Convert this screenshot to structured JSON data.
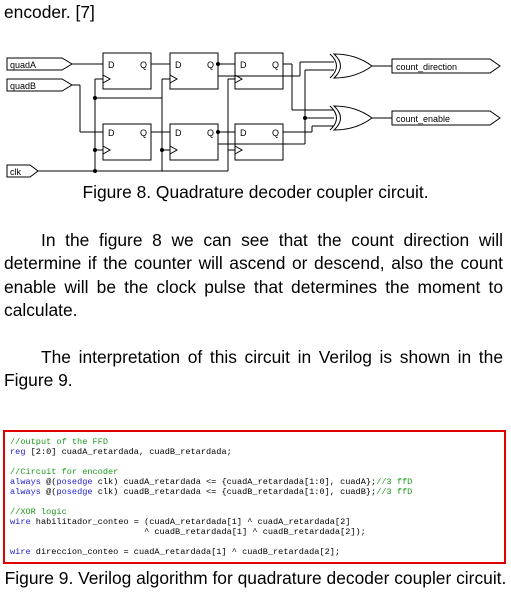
{
  "intro_tail": "encoder. [7]",
  "figure8": {
    "inputs": {
      "a": "quadA",
      "b": "quadB",
      "clk": "clk"
    },
    "ff_pins": {
      "d": "D",
      "q": "Q"
    },
    "outputs": {
      "direction": "count_direction",
      "enable": "count_enable"
    },
    "caption": "Figure 8. Quadrature decoder coupler circuit."
  },
  "paragraph1": "In the figure 8 we can see that the count direction will determine if the counter will ascend or descend, also the count enable will be the clock pulse that determines the moment to calculate.",
  "paragraph2": "The interpretation of this circuit in Verilog is shown in the Figure 9.",
  "code": {
    "c1": "//output of the FFD",
    "l1_kw": "reg",
    "l1_rest": " [2:0] cuadA_retardada, cuadB_retardada;",
    "c2": "//Circuit for encoder",
    "l2_kw": "always",
    "l2_mid": " @(",
    "l2_kw2": "posedge",
    "l2_rest": " clk) cuadA_retardada <= {cuadA_retardada[1:0], cuadA};",
    "l2_cm": "//3 ffD",
    "l3_kw": "always",
    "l3_mid": " @(",
    "l3_kw2": "posedge",
    "l3_rest": " clk) cuadB_retardada <= {cuadB_retardada[1:0], cuadB};",
    "l3_cm": "//3 ffD",
    "c3": "//XOR logic",
    "l4_kw": "wire",
    "l4_rest": " habilitador_conteo = (cuadA_retardada[1] ^ cuadA_retardada[2]",
    "l5": "                          ^ cuadB_retardada[1] ^ cuadB_retardada[2]);",
    "l6_kw": "wire",
    "l6_rest": " direccion_conteo = cuadA_retardada[1] ^ cuadB_retardada[2];"
  },
  "figure9_caption": "Figure 9. Verilog algorithm for quadrature decoder coupler circuit.",
  "colors": {
    "box_border": "#e00000",
    "comment": "#1a9a1a",
    "keyword": "#1f1fd0"
  }
}
